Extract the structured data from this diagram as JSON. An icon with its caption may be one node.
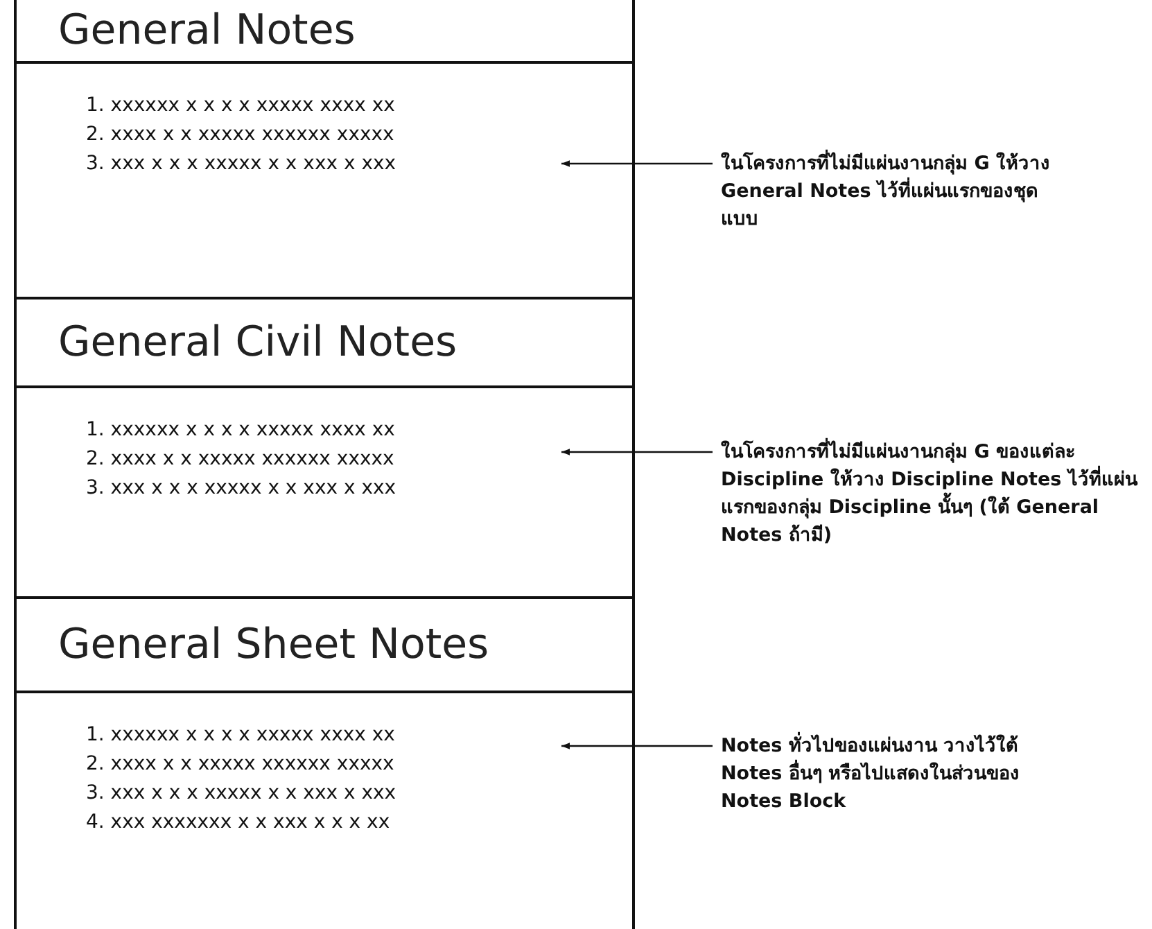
{
  "diagram": {
    "nodes": [
      {
        "text": [
          "General Notes"
        ]
      },
      {
        "text": [
          "1. xxxxxx x x x x xxxxx xxxx xx",
          "2. xxxx x x xxxxx xxxxxx xxxxx",
          "3. xxx x x x xxxxx x x xxx x xxx"
        ]
      },
      {
        "text": [
          "General Civil Notes"
        ]
      },
      {
        "text": [
          "1. xxxxxx x x x x xxxxx xxxx xx",
          "2. xxxx x x xxxxx xxxxxx xxxxx",
          "3. xxx x x x xxxxx x x xxx x xxx"
        ]
      },
      {
        "text": [
          "General Sheet Notes"
        ]
      },
      {
        "text": [
          "1. xxxxxx x x x x xxxxx xxxx xx",
          "2. xxxx x x xxxxx xxxxxx xxxxx",
          "3. xxx x x x xxxxx x x xxx x xxx",
          "4. xxx xxxxxxx x x xxx x x x xx"
        ]
      },
      {
        "text": [
          "ในโครงการที่ไม่มีแผ่นงานกลุ่ม G ให้วาง General Notes ไว้ที่แผ่นแรกของชุดแบบ"
        ]
      },
      {
        "text": [
          "ในโครงการที่ไม่มีแผ่นงานกลุ่ม G ของแต่ละ Discipline ให้วาง Discipline Notes ไว้ที่แผ่นแรกของกลุ่ม Discipline นั้นๆ (ใต้ General Notes ถ้ามี)"
        ]
      },
      {
        "text": [
          "Notes ทั่วไปของแผ่นงาน วางไว้ใต้ Notes อื่นๆ หรือไปแสดงในส่วนของ Notes Block"
        ]
      }
    ],
    "edges": [
      {
        "from": 6,
        "to": 1,
        "arrow": "to"
      },
      {
        "from": 7,
        "to": 3,
        "arrow": "to"
      },
      {
        "from": 8,
        "to": 5,
        "arrow": "to"
      }
    ]
  }
}
